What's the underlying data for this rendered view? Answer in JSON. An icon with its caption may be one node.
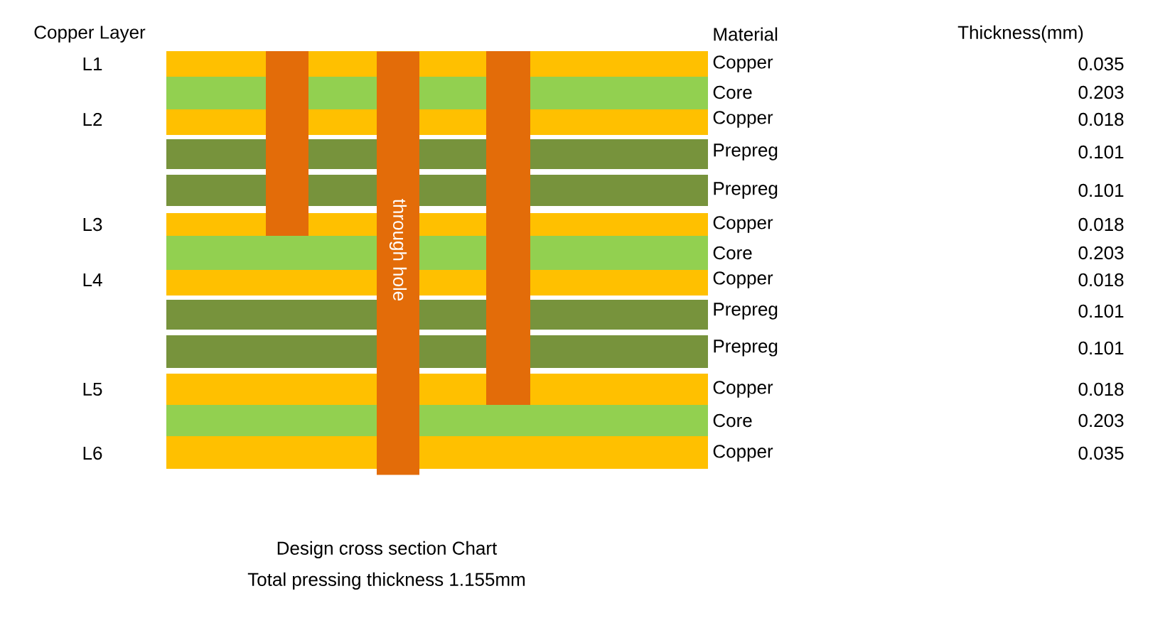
{
  "diagram": {
    "caption": "Design cross section Chart",
    "nodes": [
      {
        "text": [
          "through hole"
        ]
      }
    ],
    "edges": [],
    "labels": [
      "Copper Layer",
      "Material",
      "Thickness(mm)",
      "L1",
      "Copper",
      "0.035",
      "Core",
      "0.203",
      "L2",
      "Copper",
      "0.018",
      "Prepreg",
      "0.101",
      "Prepreg",
      "0.101",
      "L3",
      "Copper",
      "0.018",
      "Core",
      "0.203",
      "L4",
      "Copper",
      "0.018",
      "Prepreg",
      "0.101",
      "Prepreg",
      "0.101",
      "L5",
      "Copper",
      "0.018",
      "Core",
      "0.203",
      "L6",
      "Copper",
      "0.035",
      "Total pressing thickness 1.155mm"
    ]
  }
}
